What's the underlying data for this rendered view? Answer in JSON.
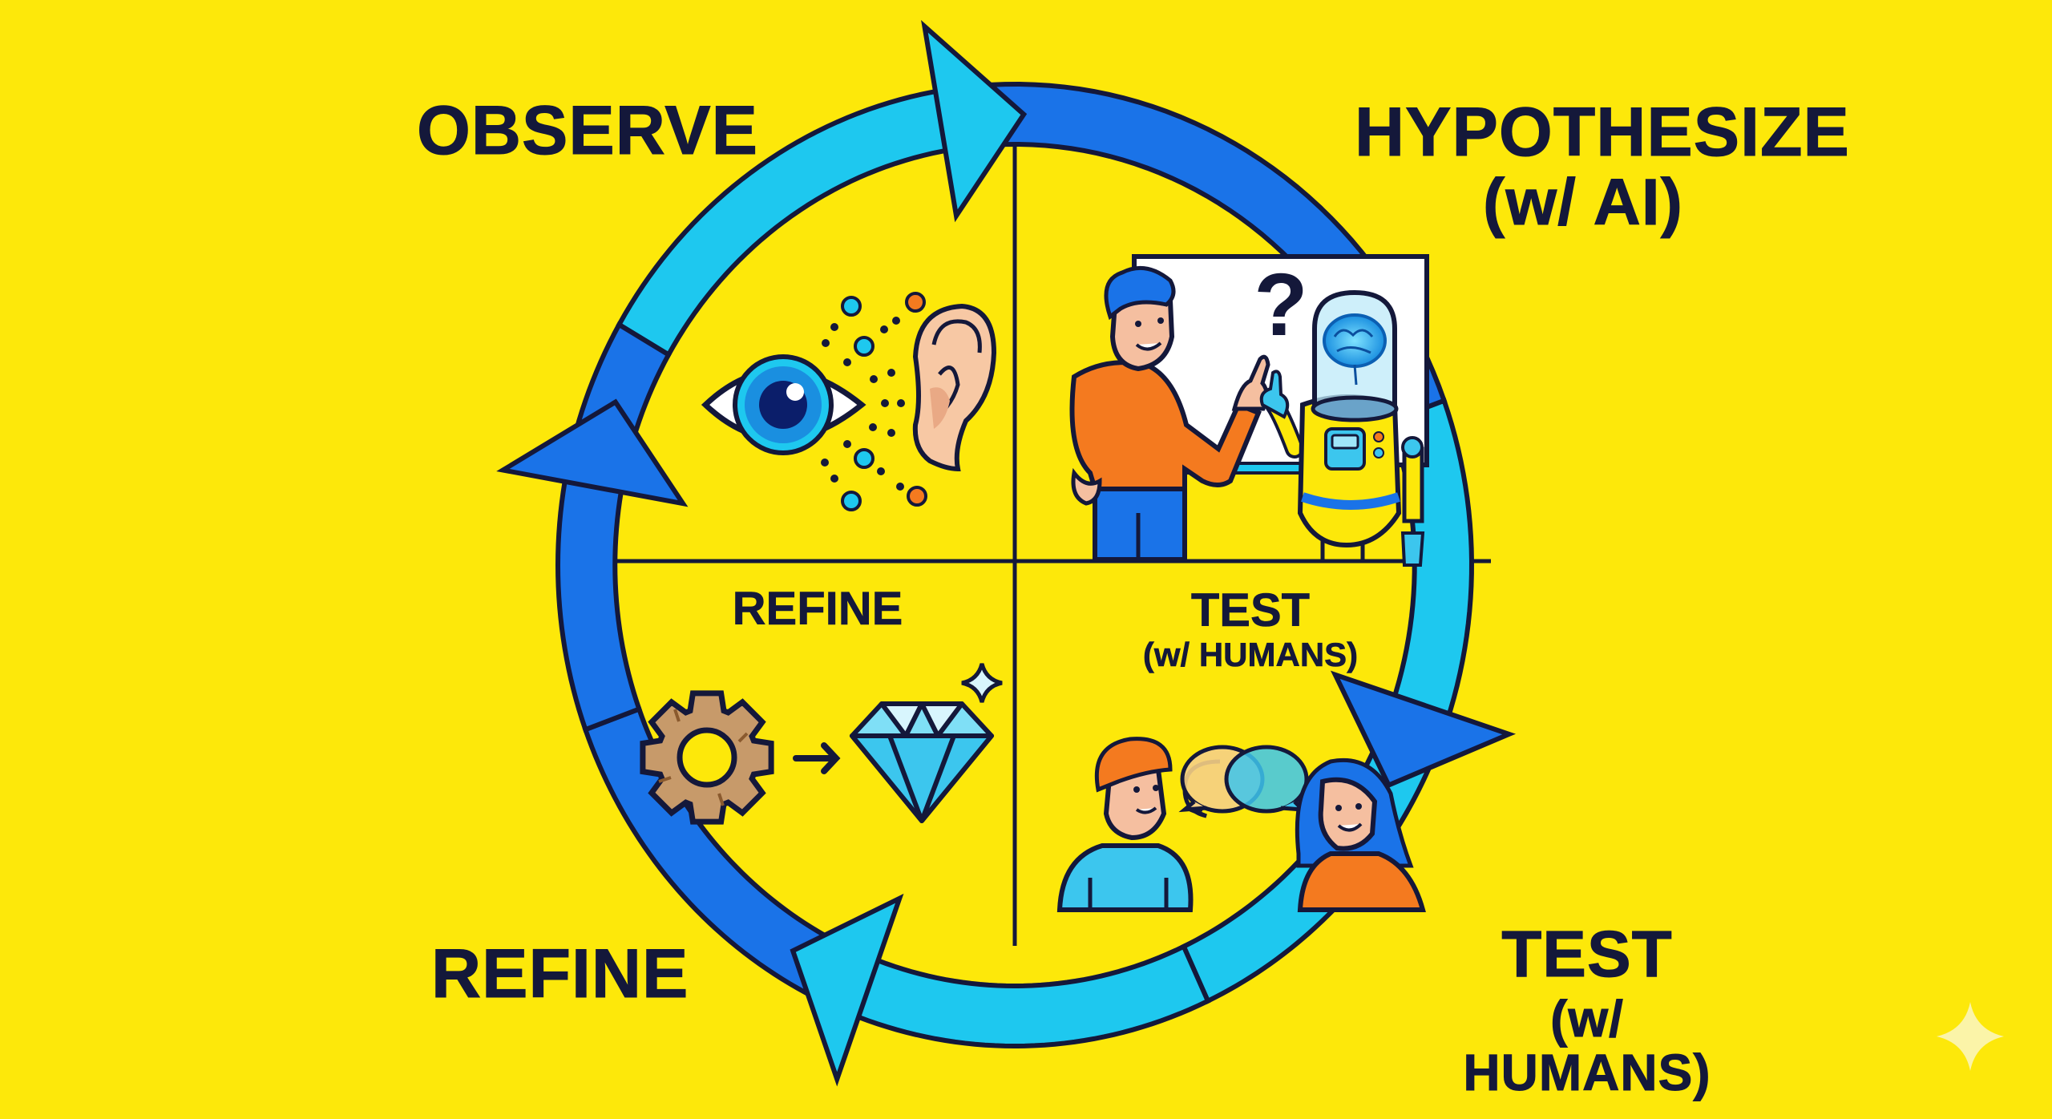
{
  "diagram": {
    "type": "cycle",
    "stages": [
      {
        "id": "observe",
        "label": "OBSERVE",
        "sublabel": ""
      },
      {
        "id": "hypothesize",
        "label": "HYPOTHESIZE",
        "sublabel": "(w/ AI)"
      },
      {
        "id": "test",
        "label": "TEST",
        "sublabel": "(w/ HUMANS)"
      },
      {
        "id": "refine",
        "label": "REFINE",
        "sublabel": ""
      }
    ],
    "inner_labels": {
      "refine": "REFINE",
      "test": "TEST",
      "test_sub": "(w/ HUMANS)",
      "question_mark": "?"
    },
    "flow_direction": "clockwise"
  },
  "colors": {
    "background": "#fde80a",
    "arrow_light": "#1ec8ef",
    "arrow_dark": "#1a73e8",
    "outline": "#14183a",
    "orange": "#f47a1f",
    "skin": "#f5bfa0",
    "gear": "#c79a6a",
    "watermark": "#fbf4a8"
  },
  "icons": [
    "eye-icon",
    "ear-icon",
    "whiteboard-icon",
    "person-icon",
    "robot-icon",
    "brain-icon",
    "gear-icon",
    "arrow-right-icon",
    "diamond-icon",
    "sparkle-icon",
    "speech-bubble-icon",
    "watermark-sparkle-icon"
  ]
}
